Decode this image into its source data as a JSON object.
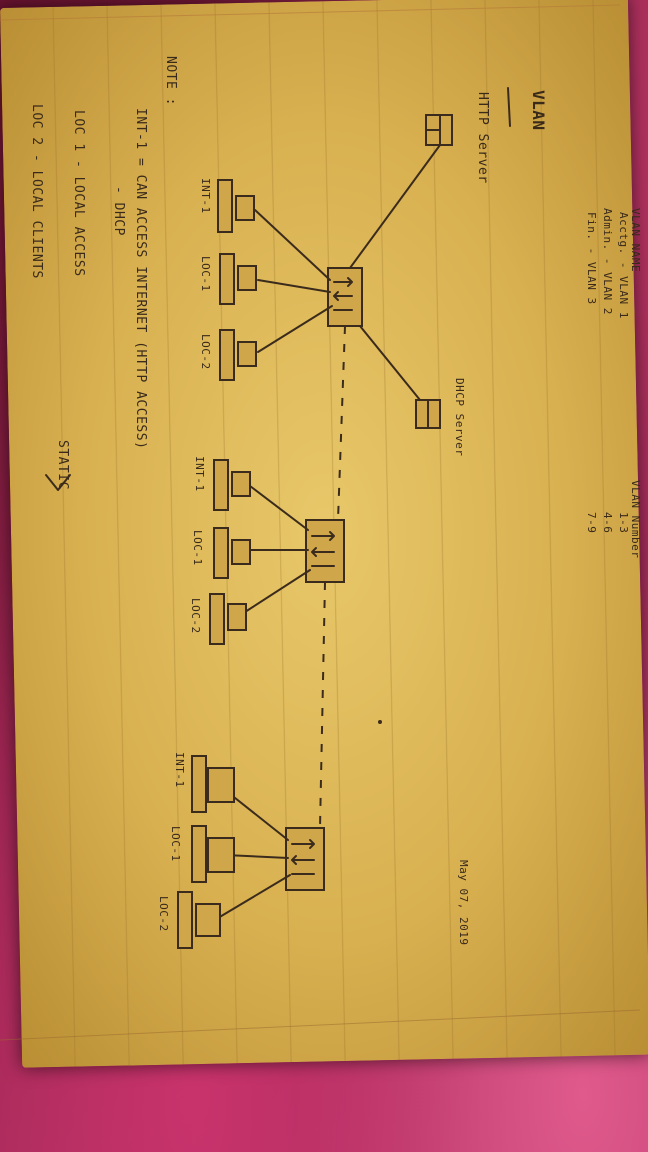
{
  "header": {
    "title": "VLAN",
    "date": "May 07, 2019"
  },
  "vlan_table": {
    "name_header": "VLAN NAME",
    "number_header": "VLAN Number",
    "rows": [
      {
        "name": "Acctg. - VLAN 1",
        "number": "1-3"
      },
      {
        "name": "Admin. - VLAN 2",
        "number": "4-6"
      },
      {
        "name": "Fin. - VLAN 3",
        "number": "7-9"
      }
    ]
  },
  "servers": {
    "http_label": "HTTP Server",
    "dhcp_label": "DHCP Server"
  },
  "groups": [
    {
      "labels": [
        "INT-1",
        "LOC-1",
        "LOC-2"
      ]
    },
    {
      "labels": [
        "INT-1",
        "LOC-1",
        "LOC-2"
      ]
    },
    {
      "labels": [
        "INT-1",
        "LOC-1",
        "LOC-2"
      ]
    }
  ],
  "notes": {
    "heading": "NOTE :",
    "int_line1": "INT-1 = CAN ACCESS INTERNET (HTTP ACCESS)",
    "int_line2": "- DHCP",
    "loc1": "LOC 1 - LOCAL ACCESS",
    "loc2": "LOC 2 - LOCAL CLIENTS",
    "static": "STATIC"
  }
}
